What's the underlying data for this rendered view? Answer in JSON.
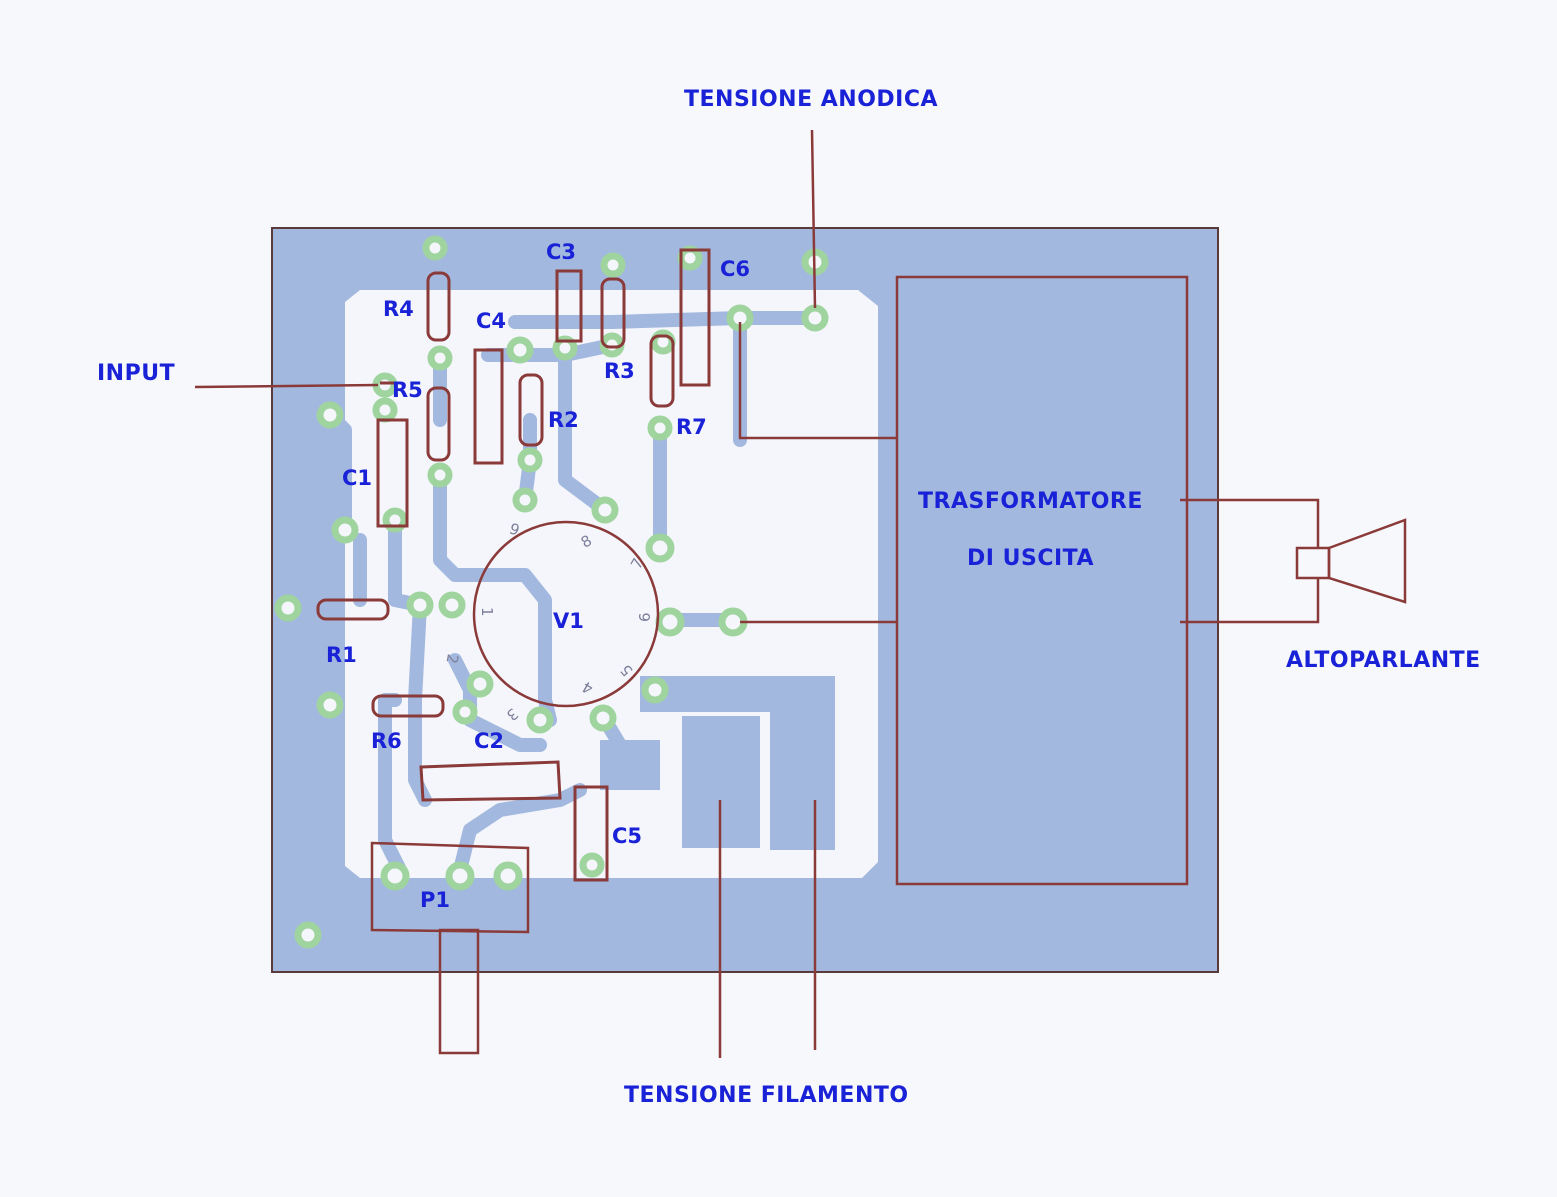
{
  "labels": {
    "tensione_anodica": "TENSIONE ANODICA",
    "input": "INPUT",
    "tensione_filamento": "TENSIONE FILAMENTO",
    "altoparlante": "ALTOPARLANTE",
    "trasformatore_line1": "TRASFORMATORE",
    "trasformatore_line2": "DI USCITA"
  },
  "components": {
    "r1": "R1",
    "r2": "R2",
    "r3": "R3",
    "r4": "R4",
    "r5": "R5",
    "r6": "R6",
    "r7": "R7",
    "c1": "C1",
    "c2": "C2",
    "c3": "C3",
    "c4": "C4",
    "c5": "C5",
    "c6": "C6",
    "v1": "V1",
    "p1": "P1"
  },
  "tube_pins": {
    "p1": "1",
    "p2": "2",
    "p3": "3",
    "p4": "4",
    "p5": "5",
    "p6": "6",
    "p7": "7",
    "p8": "8",
    "p9": "9"
  },
  "colors": {
    "board": "#a3b8de",
    "copper_clear": "#f4f6fb",
    "trace": "#a3b8de",
    "pad": "#9fd49f",
    "outline": "#8b3a3a",
    "text": "#1a22d8",
    "background": "#f7f8fb"
  }
}
